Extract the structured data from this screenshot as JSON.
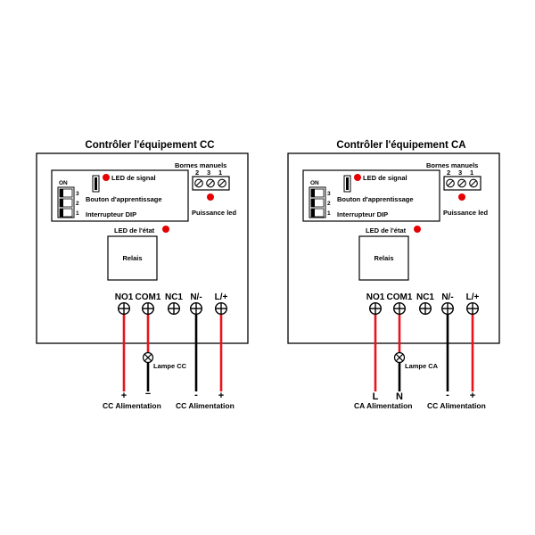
{
  "colors": {
    "red_wire": "#e8141c",
    "black_wire": "#000000",
    "led": "#e60000"
  },
  "panels": [
    {
      "title": "Contrôler l'équipement CC",
      "led_signal": "LED de signal",
      "bornes_manuels": "Bornes manuels",
      "bornes_numbers": [
        "2",
        "3",
        "1"
      ],
      "bouton": "Bouton d'apprentissage",
      "interrupteur": "Interrupteur DIP",
      "dip_on": "ON",
      "dip_numbers": [
        "3",
        "2",
        "1"
      ],
      "puissance": "Puissance led",
      "led_etat": "LED de l'état",
      "relais": "Relais",
      "terminals": [
        "NO1",
        "COM1",
        "NC1",
        "N/-",
        "L/+"
      ],
      "lamp": "Lampe CC",
      "polarity": [
        "+",
        "−",
        "-",
        "+"
      ],
      "supply_left": "CC  Alimentation",
      "supply_right": "CC Alimentation"
    },
    {
      "title": "Contrôler l'équipement CA",
      "led_signal": "LED de signal",
      "bornes_manuels": "Bornes manuels",
      "bornes_numbers": [
        "2",
        "3",
        "1"
      ],
      "bouton": "Bouton d'apprentissage",
      "interrupteur": "Interrupteur DIP",
      "dip_on": "ON",
      "dip_numbers": [
        "3",
        "2",
        "1"
      ],
      "puissance": "Puissance led",
      "led_etat": "LED de l'état",
      "relais": "Relais",
      "terminals": [
        "NO1",
        "COM1",
        "NC1",
        "N/-",
        "L/+"
      ],
      "lamp": "Lampe CA",
      "polarity": [
        "L",
        "N",
        "-",
        "+"
      ],
      "supply_left": "CA  Alimentation",
      "supply_right": "CC Alimentation"
    }
  ]
}
